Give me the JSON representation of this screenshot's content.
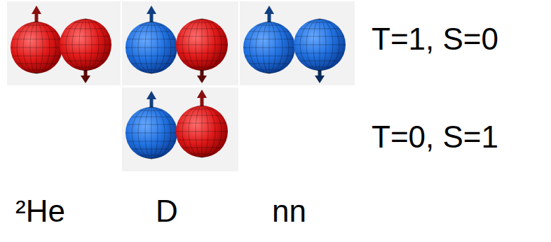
{
  "diagram": {
    "labels": [
      "T=1, S=0",
      "T=0, S=1",
      "²He",
      "D",
      "nn"
    ]
  }
}
